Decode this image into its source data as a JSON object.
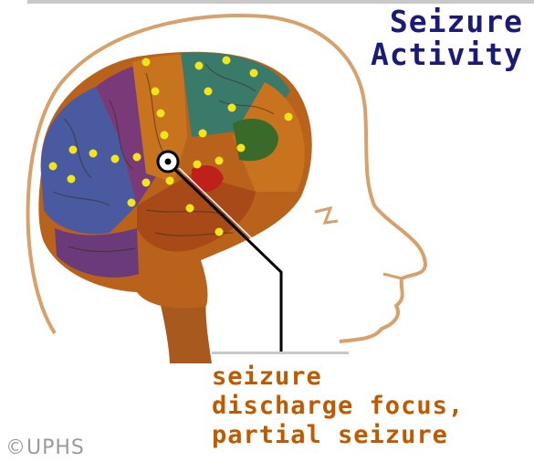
{
  "title": {
    "line1": "Seizure",
    "line2": "Activity"
  },
  "label": {
    "line1": "seizure",
    "line2": "discharge focus,",
    "line3": "partial seizure"
  },
  "copyright": "©UPHS",
  "colors": {
    "title": "#1a1a78",
    "label": "#c05a00",
    "head_outline": "#d8a06a",
    "activity_dot": "#f2e51c"
  }
}
